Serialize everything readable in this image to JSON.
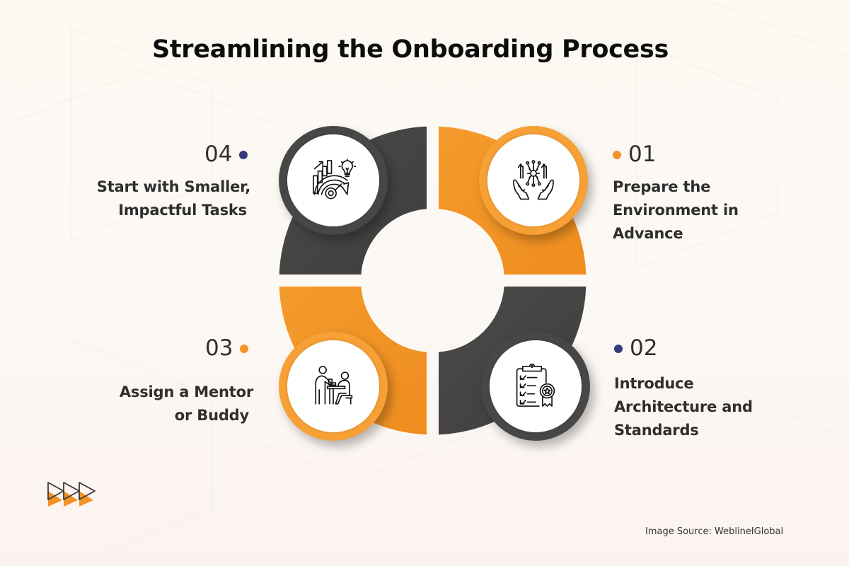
{
  "title": "Streamlining the Onboarding Process",
  "colors": {
    "dark": "#454545",
    "orange": "#f39325",
    "badge_dark": "#474747",
    "badge_orange": "#f6a035",
    "dot_navy": "#333a7a",
    "dot_orange": "#f39325",
    "background": "#fcf9f3"
  },
  "steps": [
    {
      "number": "01",
      "label_lines": [
        "Prepare the",
        "Environment in",
        "Advance"
      ],
      "icon": "hands-gear-arrows-icon",
      "dot_color": "orange",
      "quadrant": "top-right",
      "badge_color": "orange"
    },
    {
      "number": "02",
      "label_lines": [
        "Introduce",
        "Architecture and",
        "Standards"
      ],
      "icon": "clipboard-checklist-badge-icon",
      "dot_color": "navy",
      "quadrant": "bottom-right",
      "badge_color": "dark"
    },
    {
      "number": "03",
      "label_lines": [
        "Assign a Mentor",
        "or Buddy"
      ],
      "icon": "mentor-desk-people-icon",
      "dot_color": "orange",
      "quadrant": "bottom-left",
      "badge_color": "orange"
    },
    {
      "number": "04",
      "label_lines": [
        "Start with Smaller,",
        "Impactful Tasks"
      ],
      "icon": "growth-gauge-lightbulb-icon",
      "dot_color": "navy",
      "quadrant": "top-left",
      "badge_color": "dark"
    }
  ],
  "decoration": {
    "icon": "triple-arrow-icon"
  },
  "source": "Image Source: WeblineIGlobal"
}
